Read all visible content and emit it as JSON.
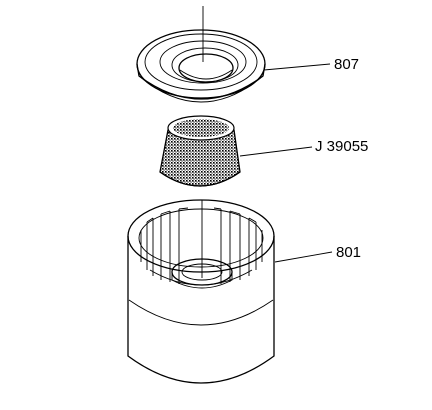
{
  "callouts": [
    {
      "id": "seal",
      "label": "807"
    },
    {
      "id": "tool",
      "label": "J 39055"
    },
    {
      "id": "housing",
      "label": "801"
    }
  ],
  "colors": {
    "ink": "#000000",
    "background": "#ffffff"
  }
}
